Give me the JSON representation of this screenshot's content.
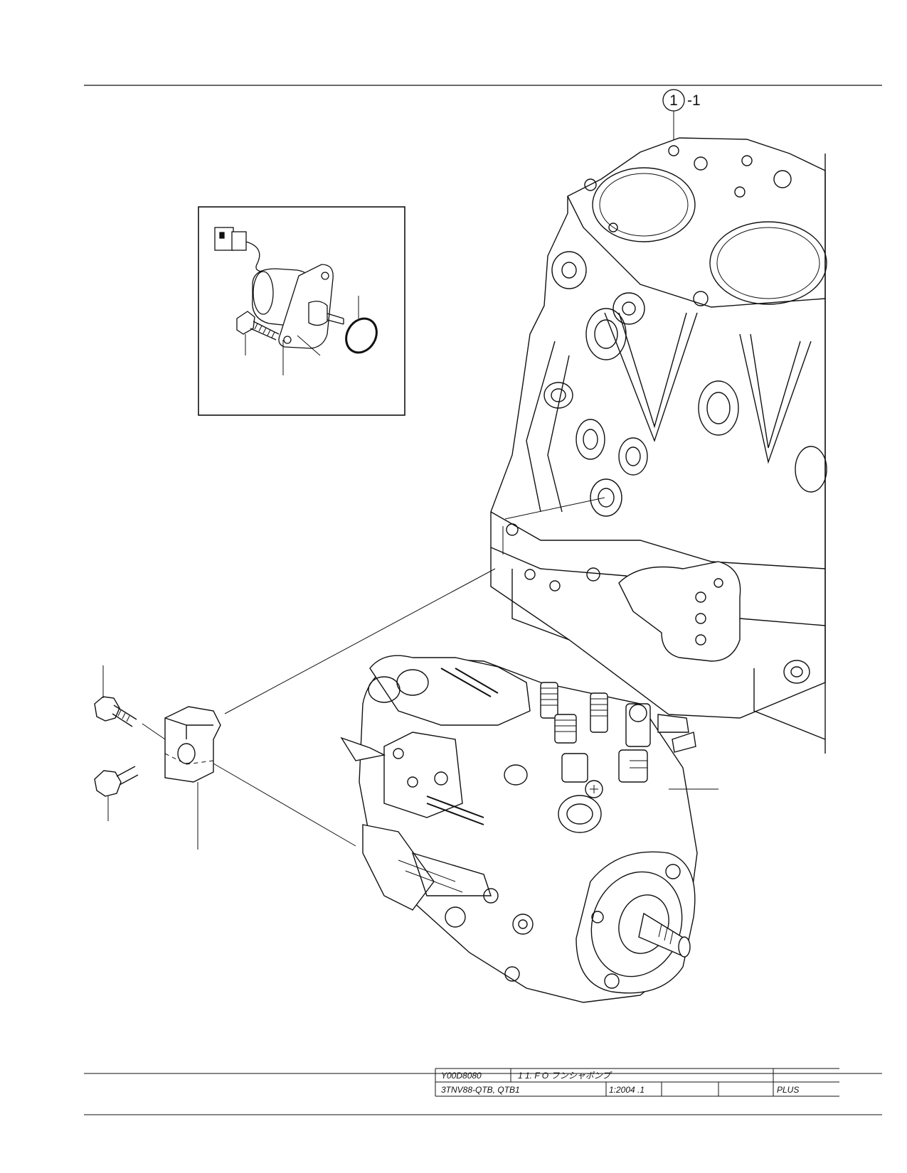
{
  "drawing": {
    "callout": {
      "number": "1",
      "suffix": "-1"
    }
  },
  "title_block": {
    "drawing_code": "Y00D8080",
    "title": "1 1.  F O フンシャポンプ",
    "model_code": "3TNV88-QTB, QTB1",
    "scale_date": "1:2004 .1",
    "company": "PLUS"
  },
  "colors": {
    "ink": "#111111",
    "paper": "#ffffff",
    "fill_light": "#f4f4f4"
  }
}
